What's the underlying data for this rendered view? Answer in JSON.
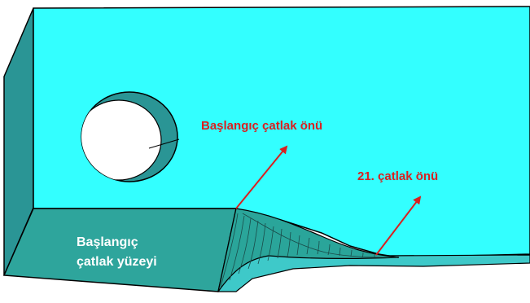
{
  "labels": {
    "initial_crack_front": "Başlangıç çatlak önü",
    "crack_front_21": "21. çatlak önü",
    "initial_crack_surface_line1": "Başlangıç",
    "initial_crack_surface_line2": "çatlak yüzeyi"
  },
  "colors": {
    "top_face": "#33ffff",
    "side_face": "#2a9595",
    "crack_surface": "#2ea59c",
    "front_face": "#3ec9c9",
    "edge": "#000000",
    "annotation": "#d92020",
    "surface_label": "#ffffff"
  }
}
